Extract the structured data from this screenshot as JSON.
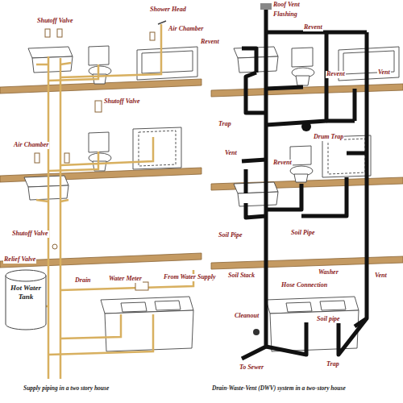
{
  "diagram": {
    "nodes": [
      {
        "text": [
          "Hot Water Tank"
        ]
      }
    ],
    "labels": [
      "Shutoff Valve",
      "Shower Head",
      "Air Chamber",
      "Shutoff Valve",
      "Air Chamber",
      "Shutoff Valve",
      "Relief Valve",
      "Drain",
      "Water Meter",
      "From Water Supply",
      "Supply piping in a two story house",
      "Roof Vent",
      "Flashing",
      "Revent",
      "Revent",
      "Revent",
      "Vent",
      "Trap",
      "Drum Trap",
      "Revent",
      "Vent",
      "Soil Pipe",
      "Soil Pipe",
      "Soil Stack",
      "Washer",
      "Hose Connection",
      "Vent",
      "Soil pipe",
      "Cleanout",
      "To Sewer",
      "Trap",
      "Drain-Waste-Vent (DWV) system in a two-story house"
    ]
  }
}
